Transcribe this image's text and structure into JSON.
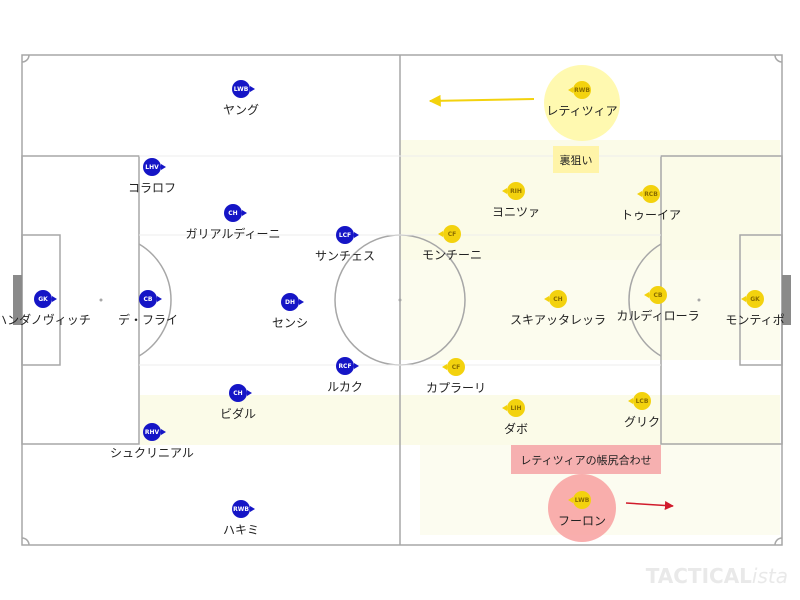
{
  "colors": {
    "home": "#1515c6",
    "away": "#f3d20e",
    "pitch_line": "#a7a7a7",
    "highlight_yellow": "rgba(255,247,150,0.75)",
    "highlight_red": "rgba(248,160,160,0.85)",
    "note_yellow": "#fff4a8",
    "note_red": "#f6b0b0",
    "arrow_yellow": "#f3d20e",
    "arrow_red": "#d11b2c"
  },
  "home_team": [
    {
      "pos": "GK",
      "name": "ハンダノヴィッチ"
    },
    {
      "pos": "CB",
      "name": "デ・フライ"
    },
    {
      "pos": "LHV",
      "name": "コラロフ"
    },
    {
      "pos": "RHV",
      "name": "シュクリニアル"
    },
    {
      "pos": "LWB",
      "name": "ヤング"
    },
    {
      "pos": "RWB",
      "name": "ハキミ"
    },
    {
      "pos": "CH",
      "name": "ガリアルディーニ"
    },
    {
      "pos": "CH",
      "name": "ビダル"
    },
    {
      "pos": "DH",
      "name": "センシ"
    },
    {
      "pos": "LCF",
      "name": "サンチェス"
    },
    {
      "pos": "RCF",
      "name": "ルカク"
    }
  ],
  "away_team": [
    {
      "pos": "GK",
      "name": "モンティポ"
    },
    {
      "pos": "CB",
      "name": "カルディローラ"
    },
    {
      "pos": "RCB",
      "name": "トゥーイア"
    },
    {
      "pos": "LCB",
      "name": "グリク"
    },
    {
      "pos": "RWB",
      "name": "レティツィア"
    },
    {
      "pos": "LWB",
      "name": "フーロン"
    },
    {
      "pos": "CH",
      "name": "スキアッタレッラ"
    },
    {
      "pos": "RIH",
      "name": "ヨニツァ"
    },
    {
      "pos": "LIH",
      "name": "ダボ"
    },
    {
      "pos": "CF",
      "name": "モンチーニ"
    },
    {
      "pos": "CF",
      "name": "カプラーリ"
    }
  ],
  "notes": {
    "behind": "裏狙い",
    "mark": "レティツィアの帳尻合わせ"
  },
  "watermark": {
    "brand": "TACTICAL",
    "suffix": "ista"
  }
}
